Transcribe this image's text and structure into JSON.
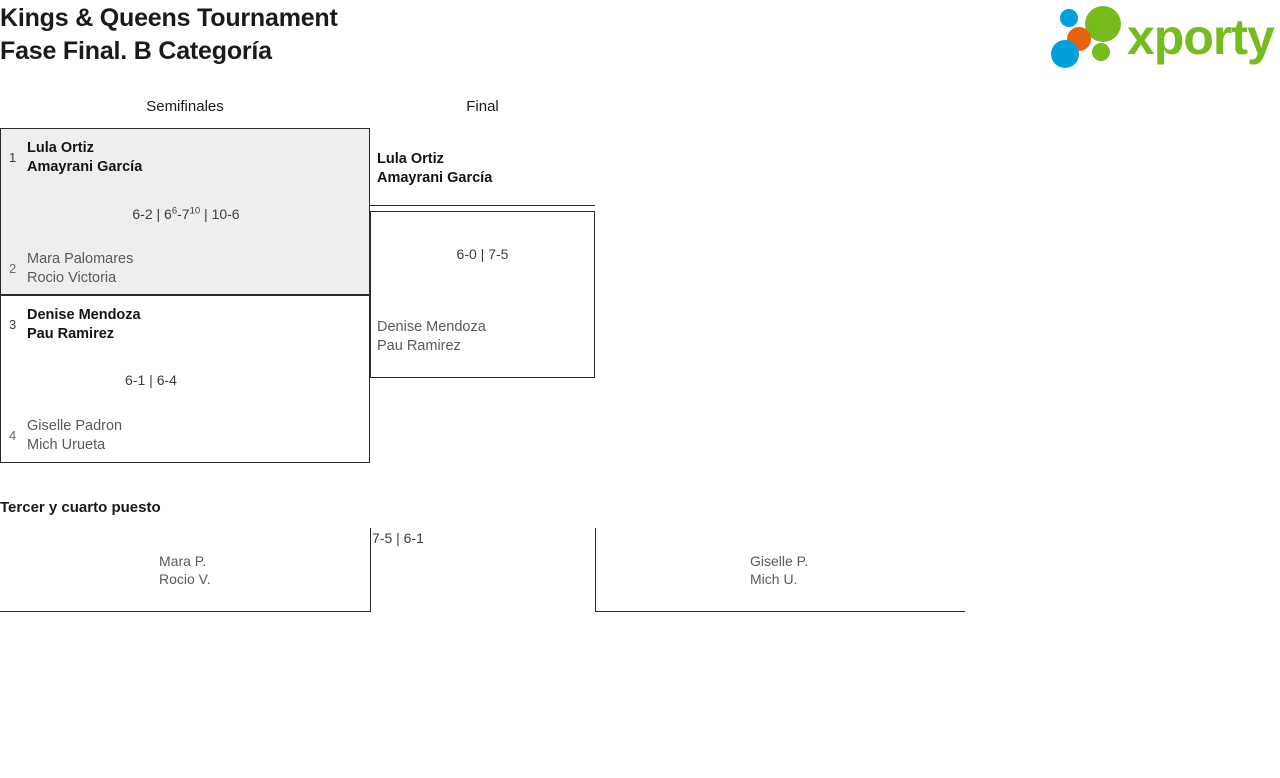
{
  "header": {
    "title_line1": "Kings & Queens Tournament",
    "title_line2": "Fase Final. B Categoría",
    "logo_text": "xporty",
    "logo_colors": {
      "green": "#77bc1f",
      "blue": "#00a0dd",
      "orange": "#e8620c"
    }
  },
  "rounds": [
    {
      "id": "semifinals",
      "label": "Semifinales"
    },
    {
      "id": "final",
      "label": "Final"
    }
  ],
  "bracket": {
    "semifinal_1": {
      "winner_seed": "1",
      "winner_players": [
        "Lula Ortiz",
        "Amayrani García"
      ],
      "loser_seed": "2",
      "loser_players": [
        "Mara Palomares",
        "Rocio Victoria"
      ],
      "score_sets": [
        {
          "games": "6-2"
        },
        {
          "games": "6-7",
          "home_tb": "6",
          "away_tb": "10"
        },
        {
          "games": "10-6"
        }
      ],
      "score_text": "6-2 | 6⁶-7¹⁰ | 10-6"
    },
    "semifinal_2": {
      "winner_seed": "3",
      "winner_players": [
        "Denise Mendoza",
        "Pau Ramirez"
      ],
      "loser_seed": "4",
      "loser_players": [
        "Giselle Padron",
        "Mich Urueta"
      ],
      "score_sets": [
        {
          "games": "6-1"
        },
        {
          "games": "6-4"
        }
      ],
      "score_text": "6-1 | 6-4"
    },
    "final": {
      "winner_players": [
        "Lula Ortiz",
        "Amayrani García"
      ],
      "loser_players": [
        "Denise Mendoza",
        "Pau Ramirez"
      ],
      "score_sets": [
        {
          "games": "6-0"
        },
        {
          "games": "7-5"
        }
      ],
      "score_text": "6-0 | 7-5"
    }
  },
  "third_place": {
    "title": "Tercer y cuarto puesto",
    "team_left": [
      "Mara P.",
      "Rocio V."
    ],
    "team_right": [
      "Giselle P.",
      "Mich U."
    ],
    "score_text": "7-5 | 6-1"
  }
}
